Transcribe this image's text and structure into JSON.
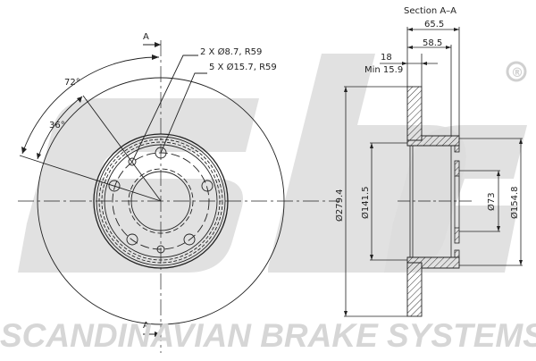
{
  "watermark": {
    "logo": "sbs",
    "registered": "®",
    "brand_text": "SCANDINAVIAN BRAKE SYSTEMS",
    "color": "#d9d9d9"
  },
  "front_view": {
    "section_marker_top": "A",
    "section_marker_bottom": "A",
    "angle_outer": "72°",
    "angle_inner": "36°",
    "callout_small_holes": "2 X Ø8.7, R59",
    "callout_large_holes": "5 X Ø15.7, R59"
  },
  "section_view": {
    "title": "Section A–A",
    "dim_overall_height": "65.5",
    "dim_hat_height": "58.5",
    "dim_thickness": "18",
    "dim_min_thickness": "Min 15.9",
    "dim_outer_diameter": "Ø279.4",
    "dim_inner_diameter": "Ø141.5",
    "dim_center_bore": "Ø73",
    "dim_hat_diameter": "Ø154.8"
  },
  "colors": {
    "line": "#222222",
    "hatch": "#333333",
    "watermark": "#d9d9d9"
  }
}
